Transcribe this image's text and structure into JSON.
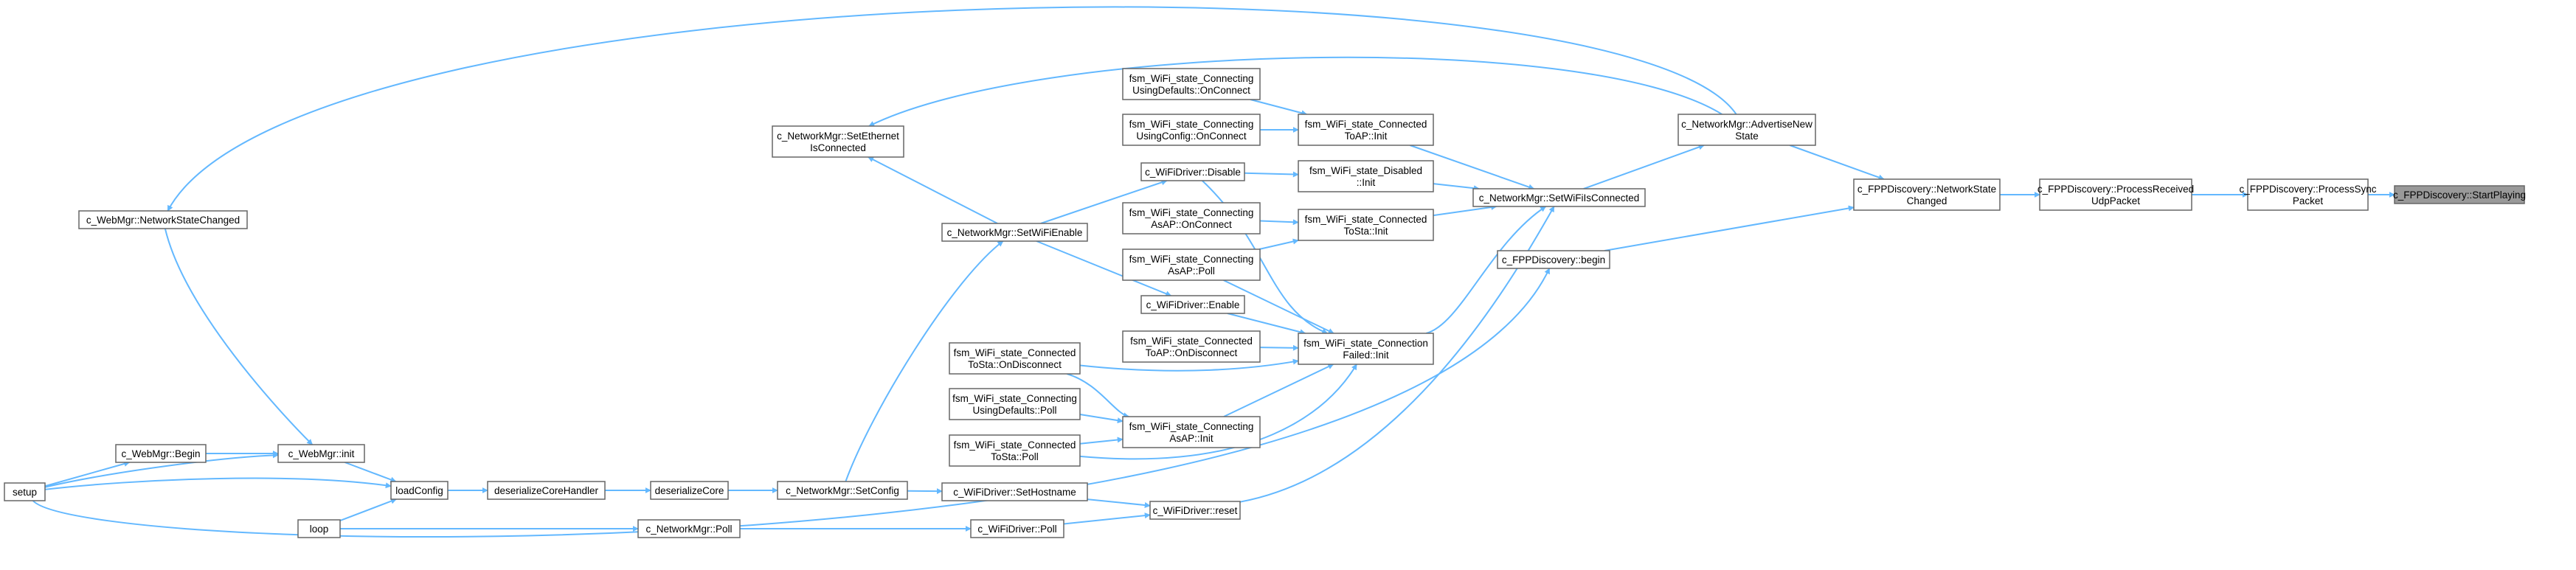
{
  "colors": {
    "edge": "#63b8ff",
    "node_border": "#666666",
    "focus_fill": "#999999",
    "background": "#ffffff"
  },
  "nodes": {
    "startPlaying": {
      "lines": [
        "c_FPPDiscovery::StartPlaying"
      ]
    },
    "processSyncPacket": {
      "lines": [
        "c_FPPDiscovery::ProcessSync",
        "Packet"
      ]
    },
    "processReceivedUdp": {
      "lines": [
        "c_FPPDiscovery::ProcessReceived",
        "UdpPacket"
      ]
    },
    "networkStateChanged": {
      "lines": [
        "c_FPPDiscovery::NetworkState",
        "Changed"
      ]
    },
    "advertiseNewState": {
      "lines": [
        "c_NetworkMgr::AdvertiseNew",
        "State"
      ]
    },
    "fppBegin": {
      "lines": [
        "c_FPPDiscovery::begin"
      ]
    },
    "setWiFiIsConnected": {
      "lines": [
        "c_NetworkMgr::SetWiFiIsConnected"
      ]
    },
    "webMgrNetworkState": {
      "lines": [
        "c_WebMgr::NetworkStateChanged"
      ]
    },
    "setEthernetConnected": {
      "lines": [
        "c_NetworkMgr::SetEthernet",
        "IsConnected"
      ]
    },
    "wifiConnToAPInit": {
      "lines": [
        "fsm_WiFi_state_Connected",
        "ToAP::Init"
      ]
    },
    "wifiDisabledInit": {
      "lines": [
        "fsm_WiFi_state_Disabled",
        "::Init"
      ]
    },
    "wifiConnToStaInit": {
      "lines": [
        "fsm_WiFi_state_Connected",
        "ToSta::Init"
      ]
    },
    "connFailedInit": {
      "lines": [
        "fsm_WiFi_state_Connection",
        "Failed::Init"
      ]
    },
    "wifiDriverReset": {
      "lines": [
        "c_WiFiDriver::reset"
      ]
    },
    "usingDefaultsOnConnect": {
      "lines": [
        "fsm_WiFi_state_Connecting",
        "UsingDefaults::OnConnect"
      ]
    },
    "usingConfigOnConnect": {
      "lines": [
        "fsm_WiFi_state_Connecting",
        "UsingConfig::OnConnect"
      ]
    },
    "wifiDriverDisable": {
      "lines": [
        "c_WiFiDriver::Disable"
      ]
    },
    "asAPOnConnect": {
      "lines": [
        "fsm_WiFi_state_Connecting",
        "AsAP::OnConnect"
      ]
    },
    "asAPPoll": {
      "lines": [
        "fsm_WiFi_state_Connecting",
        "AsAP::Poll"
      ]
    },
    "wifiDriverEnable": {
      "lines": [
        "c_WiFiDriver::Enable"
      ]
    },
    "toAPOnDisconnect": {
      "lines": [
        "fsm_WiFi_state_Connected",
        "ToAP::OnDisconnect"
      ]
    },
    "asAPInit": {
      "lines": [
        "fsm_WiFi_state_Connecting",
        "AsAP::Init"
      ]
    },
    "toStaOnDisconnect": {
      "lines": [
        "fsm_WiFi_state_Connected",
        "ToSta::OnDisconnect"
      ]
    },
    "usingDefaultsPoll": {
      "lines": [
        "fsm_WiFi_state_Connecting",
        "UsingDefaults::Poll"
      ]
    },
    "toStaPoll": {
      "lines": [
        "fsm_WiFi_state_Connected",
        "ToSta::Poll"
      ]
    },
    "setWiFiEnable": {
      "lines": [
        "c_NetworkMgr::SetWiFiEnable"
      ]
    },
    "setHostname": {
      "lines": [
        "c_WiFiDriver::SetHostname"
      ]
    },
    "wifiDriverPoll": {
      "lines": [
        "c_WiFiDriver::Poll"
      ]
    },
    "setConfig": {
      "lines": [
        "c_NetworkMgr::SetConfig"
      ]
    },
    "netMgrPoll": {
      "lines": [
        "c_NetworkMgr::Poll"
      ]
    },
    "deserializeCore": {
      "lines": [
        "deserializeCore"
      ]
    },
    "deserializeCoreHandler": {
      "lines": [
        "deserializeCoreHandler"
      ]
    },
    "loadConfig": {
      "lines": [
        "loadConfig"
      ]
    },
    "webMgrInit": {
      "lines": [
        "c_WebMgr::init"
      ]
    },
    "webMgrBegin": {
      "lines": [
        "c_WebMgr::Begin"
      ]
    },
    "setup": {
      "lines": [
        "setup"
      ]
    },
    "loop": {
      "lines": [
        "loop"
      ]
    }
  }
}
